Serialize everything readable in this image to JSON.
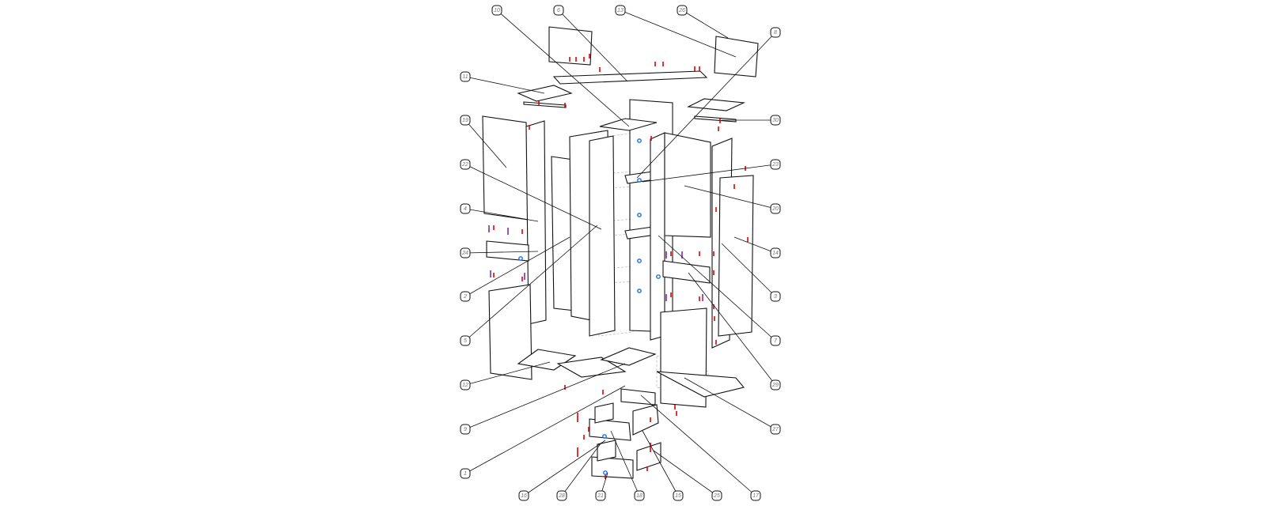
{
  "title": "Wardrobe exploded assembly diagram",
  "colors": {
    "line": "#111111",
    "hardware_red": "#e00000",
    "hardware_blue": "#1e6fe0",
    "hardware_purple": "#7a2bb0",
    "callout_text": "#777777"
  },
  "callouts": {
    "top": [
      "10",
      "6",
      "13",
      "26",
      "8"
    ],
    "left": [
      "11",
      "19",
      "22",
      "4",
      "24",
      "2",
      "5",
      "12",
      "9",
      "1"
    ],
    "right": [
      "30",
      "23",
      "20",
      "14",
      "3",
      "7",
      "29",
      "27"
    ],
    "bottom": [
      "16",
      "28",
      "21",
      "18",
      "15",
      "25",
      "17"
    ]
  }
}
